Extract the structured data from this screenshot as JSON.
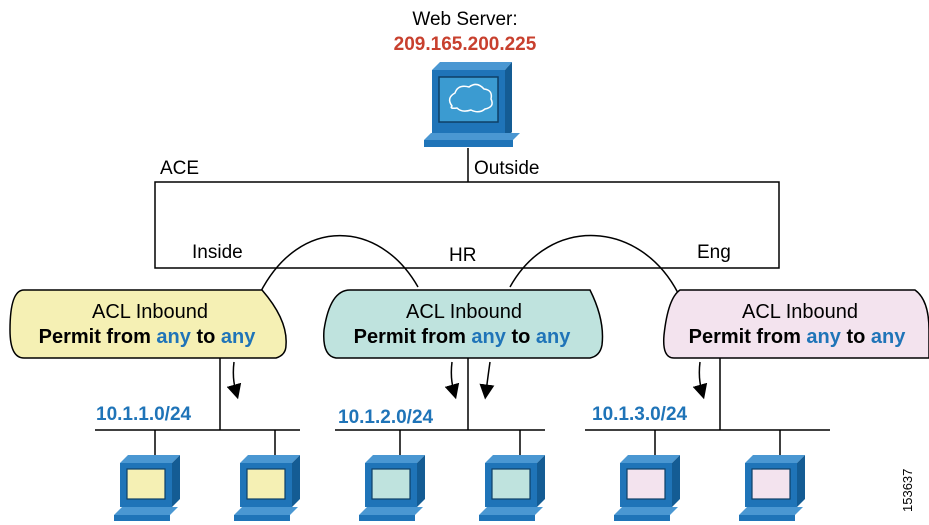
{
  "server": {
    "title": "Web Server:",
    "ip": "209.165.200.225"
  },
  "device": {
    "name": "ACE",
    "outside": "Outside",
    "inside": "Inside",
    "hr": "HR",
    "eng": "Eng"
  },
  "acls": [
    {
      "title": "ACL Inbound",
      "permit": "Permit from",
      "any1": "any",
      "to": "to",
      "any2": "any",
      "color": "#f5f0b4"
    },
    {
      "title": "ACL Inbound",
      "permit": "Permit from",
      "any1": "any",
      "to": "to",
      "any2": "any",
      "color": "#bfe3de"
    },
    {
      "title": "ACL Inbound",
      "permit": "Permit from",
      "any1": "any",
      "to": "to",
      "any2": "any",
      "color": "#f3e3ee"
    }
  ],
  "networks": [
    "10.1.1.0/24",
    "10.1.2.0/24",
    "10.1.3.0/24"
  ],
  "figure_id": "153637",
  "colors": {
    "ip_red": "#c8402e",
    "net_blue": "#1f74b8",
    "any_blue": "#1f74b8",
    "pc_inside": "#f5f0b4",
    "pc_hr": "#bfe3de",
    "pc_eng": "#f3e3ee",
    "server_screen": "#3b9bd1",
    "device_blue": "#1f74b8"
  },
  "icons": [
    "server-icon",
    "pc-icon"
  ]
}
